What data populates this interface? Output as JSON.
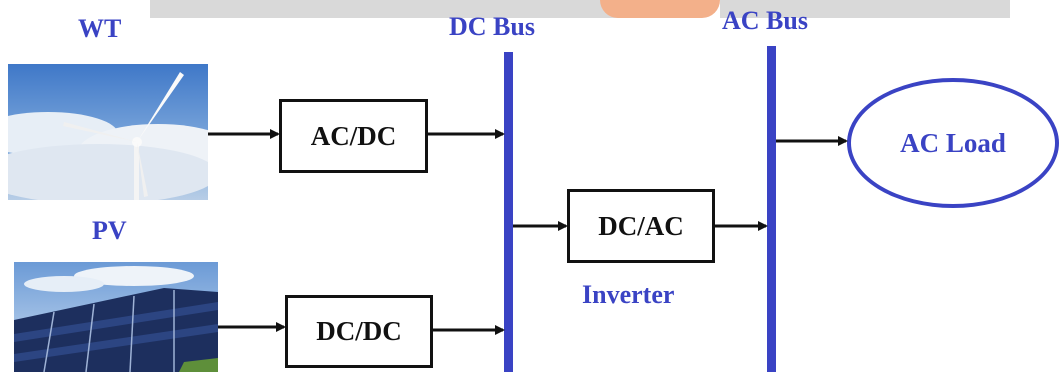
{
  "sources": {
    "wind": {
      "label": "WT",
      "image_icon": "wind-turbine-photo"
    },
    "solar": {
      "label": "PV",
      "image_icon": "solar-panel-photo"
    }
  },
  "buses": {
    "dc": {
      "label": "DC Bus"
    },
    "ac": {
      "label": "AC Bus"
    }
  },
  "converters": {
    "ac_dc": {
      "label": "AC/DC"
    },
    "dc_dc": {
      "label": "DC/DC"
    },
    "dc_ac": {
      "label": "DC/AC",
      "caption": "Inverter"
    }
  },
  "load": {
    "label": "AC Load"
  },
  "colors": {
    "accent_blue": "#3a43c4",
    "box_border": "#111111"
  }
}
